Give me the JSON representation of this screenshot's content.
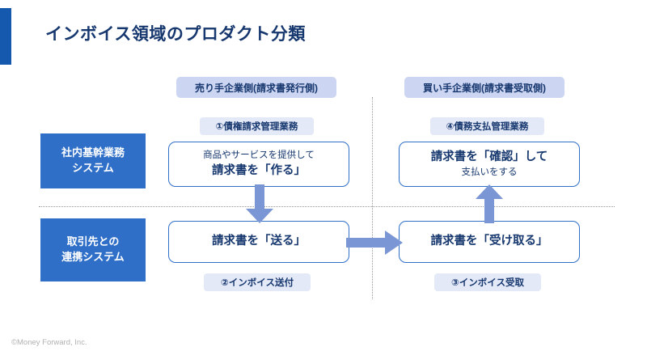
{
  "slide": {
    "title": "インボイス領域のプロダクト分類",
    "footer": "©Money Forward, Inc.",
    "accent_color": "#1559ae",
    "title_color": "#17386f",
    "box_border_color": "#2f6fc8",
    "row_label_bg": "#2f6fc8",
    "pill_bg": "#e4e9f8",
    "col_header_bg": "#ccd5f2",
    "arrow_color": "#7b96d4"
  },
  "columns": [
    {
      "id": "seller",
      "label": "売り手企業側(請求書発行側)"
    },
    {
      "id": "buyer",
      "label": "買い手企業側(請求書受取側)"
    }
  ],
  "rows": [
    {
      "id": "core-system",
      "label_line1": "社内基幹業務",
      "label_line2": "システム"
    },
    {
      "id": "linkage-system",
      "label_line1": "取引先との",
      "label_line2": "連携システム"
    }
  ],
  "steps": [
    {
      "number": "①",
      "pill_label": "①債権請求管理業務",
      "column": "seller",
      "row": "core-system"
    },
    {
      "number": "②",
      "pill_label": "②インボイス送付",
      "column": "seller",
      "row": "linkage-system"
    },
    {
      "number": "③",
      "pill_label": "③インボイス受取",
      "column": "buyer",
      "row": "linkage-system"
    },
    {
      "number": "④",
      "pill_label": "④債務支払管理業務",
      "column": "buyer",
      "row": "core-system"
    }
  ],
  "boxes": {
    "create": {
      "line_small": "商品やサービスを提供して",
      "line_strong": "請求書を「作る」"
    },
    "confirm": {
      "line_strong": "請求書を「確認」して",
      "line_small": "支払いをする"
    },
    "send": {
      "line_strong": "請求書を「送る」"
    },
    "receive": {
      "line_strong": "請求書を「受け取る」"
    }
  },
  "arrows": [
    {
      "id": "seller-down",
      "direction": "down",
      "from": "create",
      "to": "send"
    },
    {
      "id": "seller-buyer",
      "direction": "right",
      "from": "send",
      "to": "receive"
    },
    {
      "id": "buyer-up",
      "direction": "up",
      "from": "receive",
      "to": "confirm"
    }
  ]
}
